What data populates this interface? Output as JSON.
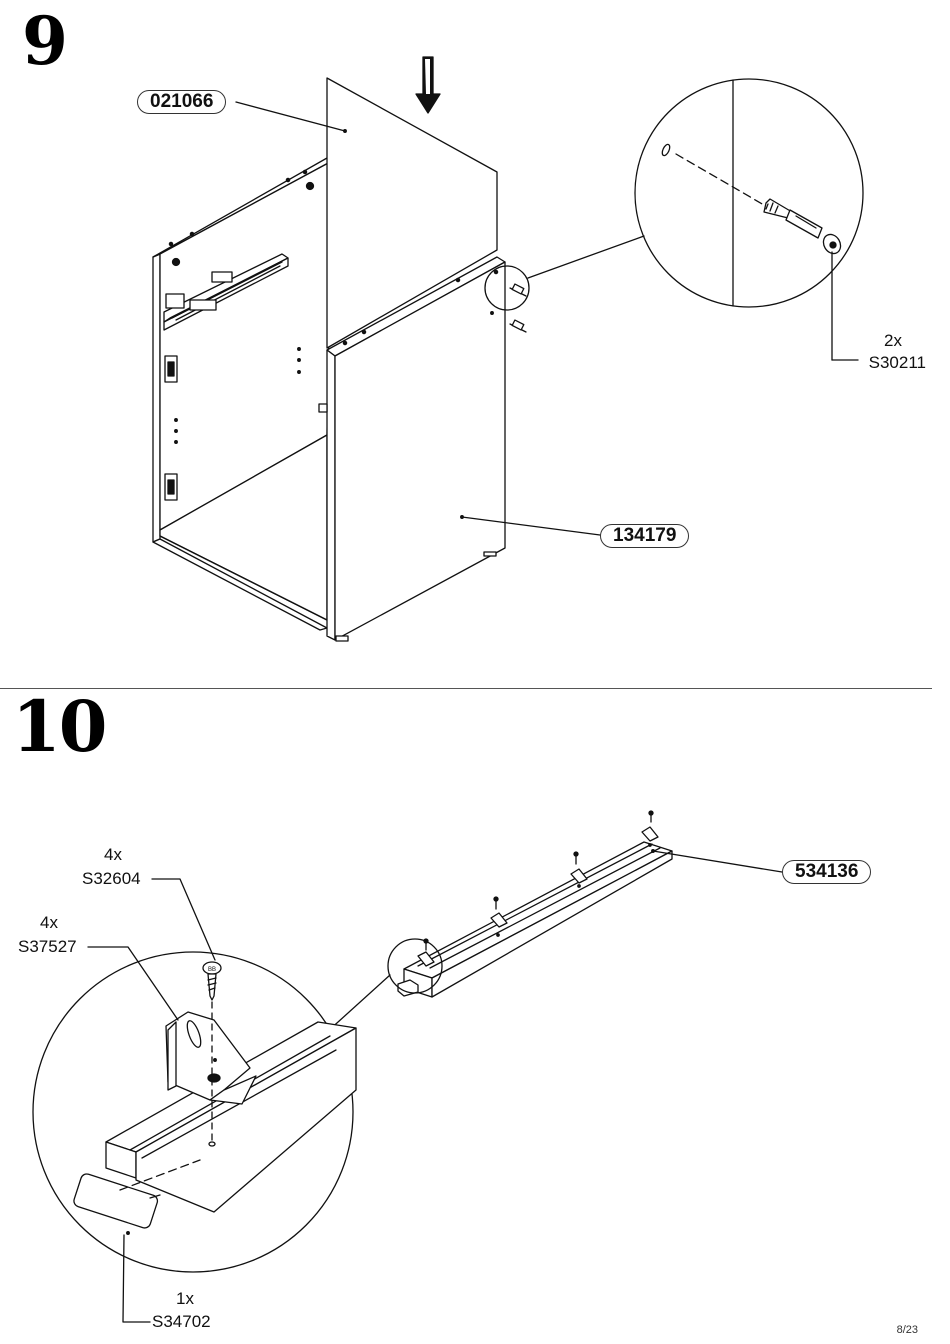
{
  "step9": {
    "number": "9",
    "parts": {
      "back_panel": "021066",
      "door_panel": "134179"
    },
    "fitting": {
      "qty": "2x",
      "code": "S30211"
    }
  },
  "step10": {
    "number": "10",
    "parts": {
      "rail": "534136"
    },
    "fittings": [
      {
        "qty": "4x",
        "code": "S32604"
      },
      {
        "qty": "4x",
        "code": "S37527"
      },
      {
        "qty": "1x",
        "code": "S34702"
      }
    ]
  },
  "footer": {
    "page": "8/23"
  }
}
